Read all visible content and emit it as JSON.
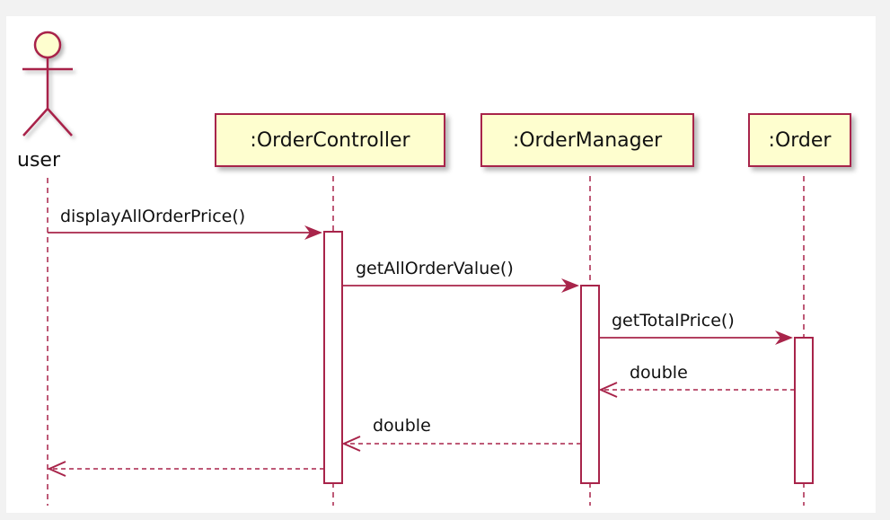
{
  "diagram": {
    "actor": {
      "label": "user"
    },
    "participants": [
      {
        "label": ":OrderController"
      },
      {
        "label": ":OrderManager"
      },
      {
        "label": ":Order"
      }
    ],
    "messages": [
      {
        "label": "displayAllOrderPrice()",
        "kind": "call"
      },
      {
        "label": "getAllOrderValue()",
        "kind": "call"
      },
      {
        "label": "getTotalPrice()",
        "kind": "call"
      },
      {
        "label": "double",
        "kind": "return"
      },
      {
        "label": "double",
        "kind": "return"
      },
      {
        "label": "",
        "kind": "return"
      }
    ],
    "colors": {
      "line": "#a8244a",
      "box_fill": "#fefecf",
      "actor_fill": "#fefecf"
    }
  }
}
